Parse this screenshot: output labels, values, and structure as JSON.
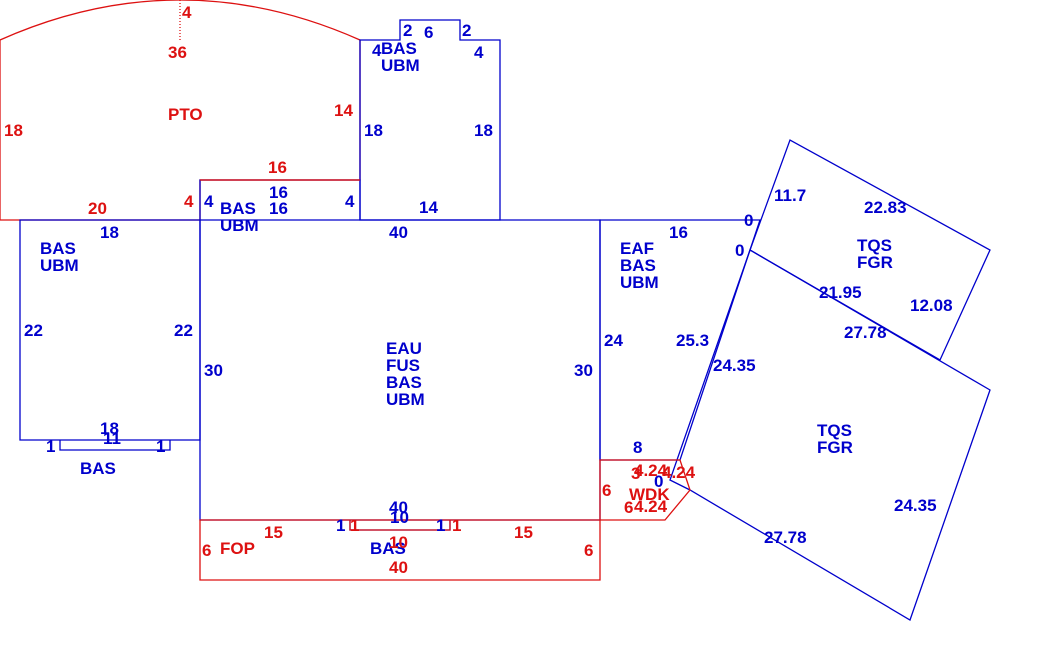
{
  "colors": {
    "blue": "#0000cc",
    "red": "#dd1111",
    "background": "#ffffff"
  },
  "areas": [
    {
      "id": "pto",
      "color": "red",
      "lines": [
        "PTO"
      ]
    },
    {
      "id": "upper-bas",
      "color": "blue",
      "lines": [
        "BAS",
        "UBM"
      ]
    },
    {
      "id": "connector-bas",
      "color": "blue",
      "lines": [
        "BAS",
        "UBM"
      ]
    },
    {
      "id": "left-bas",
      "color": "blue",
      "lines": [
        "BAS",
        "UBM"
      ]
    },
    {
      "id": "left-bottom-bas",
      "color": "blue",
      "lines": [
        "BAS"
      ]
    },
    {
      "id": "main",
      "color": "blue",
      "lines": [
        "EAU",
        "FUS",
        "BAS",
        "UBM"
      ]
    },
    {
      "id": "eaf",
      "color": "blue",
      "lines": [
        "EAF",
        "BAS",
        "UBM"
      ]
    },
    {
      "id": "tqs-upper",
      "color": "blue",
      "lines": [
        "TQS",
        "FGR"
      ]
    },
    {
      "id": "tqs-lower",
      "color": "blue",
      "lines": [
        "TQS",
        "FGR"
      ]
    },
    {
      "id": "fop",
      "color": "red",
      "lines": [
        "FOP"
      ]
    },
    {
      "id": "fop-bas",
      "color": "blue",
      "lines": [
        "BAS"
      ]
    },
    {
      "id": "wdk",
      "color": "red",
      "lines": [
        "WDK"
      ]
    }
  ],
  "dimensions": [
    {
      "t": "4",
      "c": "red"
    },
    {
      "t": "36",
      "c": "red"
    },
    {
      "t": "18",
      "c": "red"
    },
    {
      "t": "14",
      "c": "red"
    },
    {
      "t": "20",
      "c": "red"
    },
    {
      "t": "16",
      "c": "red"
    },
    {
      "t": "4",
      "c": "red"
    },
    {
      "t": "2",
      "c": "blue"
    },
    {
      "t": "6",
      "c": "blue"
    },
    {
      "t": "2",
      "c": "blue"
    },
    {
      "t": "4",
      "c": "blue"
    },
    {
      "t": "4",
      "c": "blue"
    },
    {
      "t": "18",
      "c": "blue"
    },
    {
      "t": "18",
      "c": "blue"
    },
    {
      "t": "14",
      "c": "blue"
    },
    {
      "t": "16",
      "c": "blue"
    },
    {
      "t": "16",
      "c": "blue"
    },
    {
      "t": "4",
      "c": "blue"
    },
    {
      "t": "4",
      "c": "blue"
    },
    {
      "t": "18",
      "c": "blue"
    },
    {
      "t": "22",
      "c": "blue"
    },
    {
      "t": "22",
      "c": "blue"
    },
    {
      "t": "18",
      "c": "blue"
    },
    {
      "t": "11",
      "c": "blue"
    },
    {
      "t": "1",
      "c": "blue"
    },
    {
      "t": "1",
      "c": "blue"
    },
    {
      "t": "40",
      "c": "blue"
    },
    {
      "t": "30",
      "c": "blue"
    },
    {
      "t": "30",
      "c": "blue"
    },
    {
      "t": "40",
      "c": "blue"
    },
    {
      "t": "10",
      "c": "blue"
    },
    {
      "t": "1",
      "c": "blue"
    },
    {
      "t": "1",
      "c": "blue"
    },
    {
      "t": "16",
      "c": "blue"
    },
    {
      "t": "24",
      "c": "blue"
    },
    {
      "t": "8",
      "c": "blue"
    },
    {
      "t": "0",
      "c": "blue"
    },
    {
      "t": "0",
      "c": "blue"
    },
    {
      "t": "11.7",
      "c": "blue"
    },
    {
      "t": "22.83",
      "c": "blue"
    },
    {
      "t": "21.95",
      "c": "blue"
    },
    {
      "t": "12.08",
      "c": "blue"
    },
    {
      "t": "25.3",
      "c": "blue"
    },
    {
      "t": "24.35",
      "c": "blue"
    },
    {
      "t": "27.78",
      "c": "blue"
    },
    {
      "t": "24.35",
      "c": "blue"
    },
    {
      "t": "27.78",
      "c": "blue"
    },
    {
      "t": "0",
      "c": "blue"
    },
    {
      "t": "15",
      "c": "red"
    },
    {
      "t": "15",
      "c": "red"
    },
    {
      "t": "6",
      "c": "red"
    },
    {
      "t": "6",
      "c": "red"
    },
    {
      "t": "40",
      "c": "red"
    },
    {
      "t": "10",
      "c": "red"
    },
    {
      "t": "1",
      "c": "red"
    },
    {
      "t": "1",
      "c": "red"
    },
    {
      "t": "6",
      "c": "red"
    },
    {
      "t": "6",
      "c": "red"
    },
    {
      "t": "4.24",
      "c": "red"
    },
    {
      "t": "4.24",
      "c": "red"
    },
    {
      "t": "4.24",
      "c": "red"
    },
    {
      "t": "3",
      "c": "red"
    }
  ]
}
